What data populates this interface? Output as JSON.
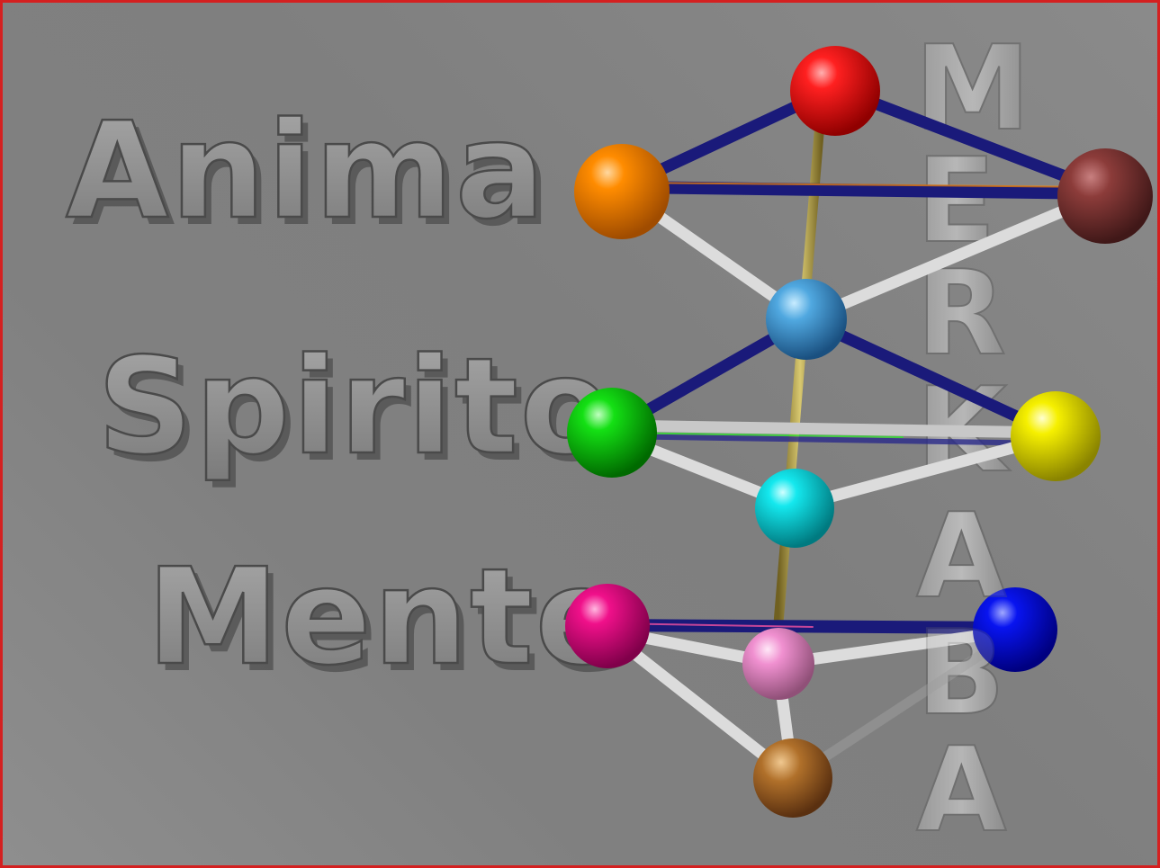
{
  "labels": {
    "anima": "Anima",
    "spirito": "Spirito",
    "mente": "Mente"
  },
  "vertical_title": [
    "M",
    "E",
    "R",
    "K",
    "A",
    "B",
    "A"
  ],
  "spheres": [
    {
      "name": "sphere-red-top",
      "color": "#ff1010"
    },
    {
      "name": "sphere-orange",
      "color": "#ff8a00"
    },
    {
      "name": "sphere-brown",
      "color": "#8a3a38"
    },
    {
      "name": "sphere-light-blue",
      "color": "#4aa8e0"
    },
    {
      "name": "sphere-green",
      "color": "#10e010"
    },
    {
      "name": "sphere-yellow",
      "color": "#f5f000"
    },
    {
      "name": "sphere-cyan",
      "color": "#10e8ee"
    },
    {
      "name": "sphere-magenta",
      "color": "#f0108a"
    },
    {
      "name": "sphere-blue",
      "color": "#0010f0"
    },
    {
      "name": "sphere-pink",
      "color": "#f08cd0"
    },
    {
      "name": "sphere-wood",
      "color": "#b0702a"
    }
  ],
  "colors": {
    "frame_border": "#d42020",
    "background": "#808080",
    "rod_dark_blue": "#1a1a7a",
    "rod_white": "#e0e0e0",
    "rod_gold": "#b0a040"
  }
}
